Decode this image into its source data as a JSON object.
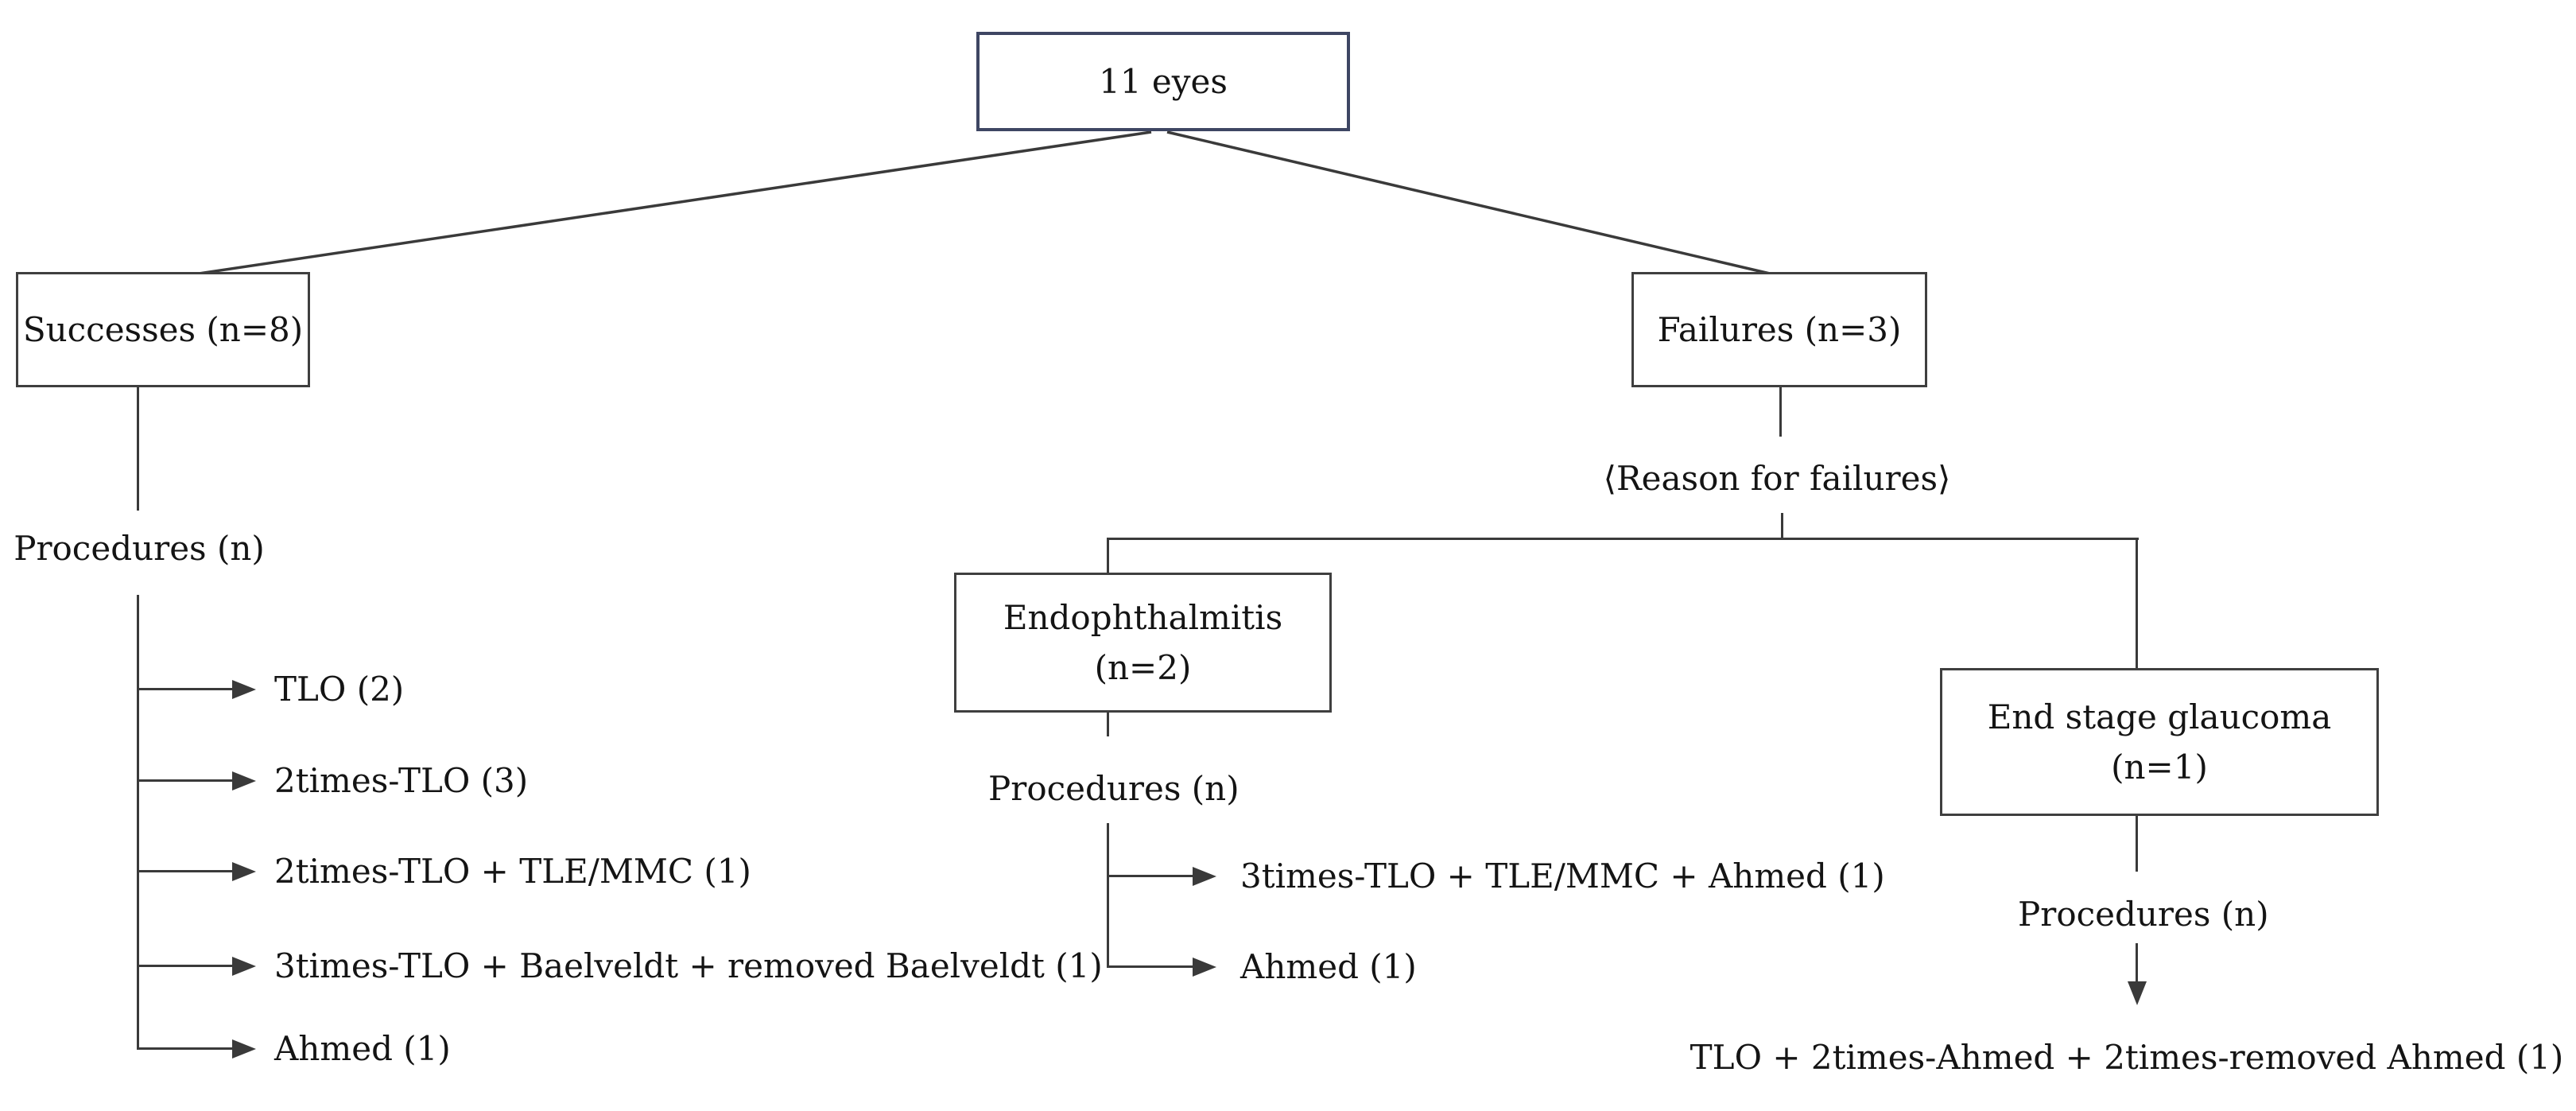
{
  "colors": {
    "line_color": "#3a3a3a",
    "box_border": "#3f3f3f",
    "root_box_border": "#3e4663",
    "text_color": "#141414",
    "background": "#ffffff"
  },
  "root": {
    "label": "11 eyes"
  },
  "successes": {
    "box_label": "Successes (n=8)",
    "procedures_label": "Procedures (n)",
    "items": [
      "TLO (2)",
      "2times-TLO (3)",
      "2times-TLO + TLE/MMC (1)",
      "3times-TLO + Baelveldt + removed Baelveldt (1)",
      "Ahmed (1)"
    ]
  },
  "failures": {
    "box_label": "Failures (n=3)",
    "reason_label": "⟨Reason for failures⟩",
    "endophthalmitis": {
      "box_title": "Endophthalmitis",
      "box_count": "(n=2)",
      "procedures_label": "Procedures (n)",
      "items": [
        "3times-TLO + TLE/MMC + Ahmed (1)",
        "Ahmed (1)"
      ]
    },
    "end_stage_glaucoma": {
      "box_title": "End stage glaucoma",
      "box_count": "(n=1)",
      "procedures_label": "Procedures (n)",
      "items": [
        "TLO + 2times-Ahmed + 2times-removed Ahmed (1)"
      ]
    }
  }
}
